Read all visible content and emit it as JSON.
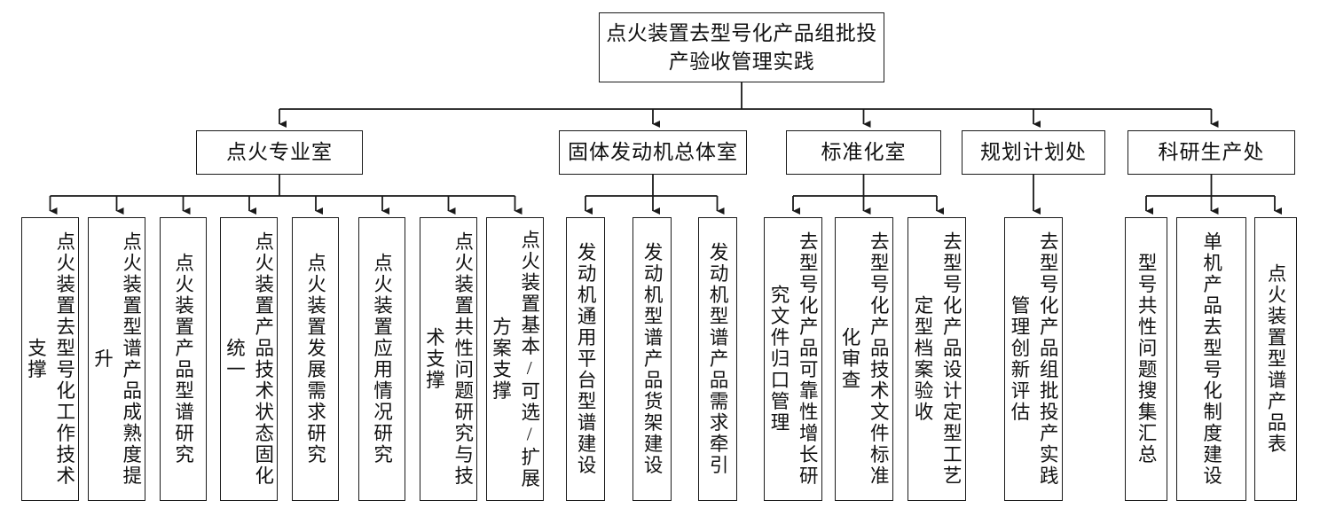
{
  "diagram": {
    "title": "点火装置去型号化产品组批投产验收管理实践",
    "type": "organization-chart",
    "colors": {
      "background": "#ffffff",
      "stroke": "#1a1a1a",
      "text": "#111111"
    },
    "root": {
      "label": "点火装置去型号化产品组批投产验收管理实践"
    },
    "departments": [
      {
        "id": "ignition",
        "label": "点火专业室",
        "children": [
          {
            "id": "ign-1",
            "label": "点火装置去型号化工作技术支撑"
          },
          {
            "id": "ign-2",
            "label": "点火装置型谱产品成熟度提升"
          },
          {
            "id": "ign-3",
            "label": "点火装置产品型谱研究"
          },
          {
            "id": "ign-4",
            "label": "点火装置产品技术状态固化统一"
          },
          {
            "id": "ign-5",
            "label": "点火装置发展需求研究"
          },
          {
            "id": "ign-6",
            "label": "点火装置应用情况研究"
          },
          {
            "id": "ign-7",
            "label": "点火装置共性问题研究与技术支撑"
          },
          {
            "id": "ign-8",
            "label": "点火装置基本/可选/扩展方案支撑"
          }
        ]
      },
      {
        "id": "engine",
        "label": "固体发动机总体室",
        "children": [
          {
            "id": "eng-1",
            "label": "发动机通用平台型谱建设"
          },
          {
            "id": "eng-2",
            "label": "发动机型谱产品货架建设"
          },
          {
            "id": "eng-3",
            "label": "发动机型谱产品需求牵引"
          }
        ]
      },
      {
        "id": "standard",
        "label": "标准化室",
        "children": [
          {
            "id": "std-1",
            "label": "去型号化产品可靠性增长研究文件归口管理"
          },
          {
            "id": "std-2",
            "label": "去型号化产品技术文件标准化审查"
          },
          {
            "id": "std-3",
            "label": "去型号化产品设计定型工艺定型档案验收"
          }
        ]
      },
      {
        "id": "planning",
        "label": "规划计划处",
        "children": [
          {
            "id": "pln-1",
            "label": "去型号化产品组批投产实践管理创新评估"
          }
        ]
      },
      {
        "id": "research",
        "label": "科研生产处",
        "children": [
          {
            "id": "res-1",
            "label": "型号共性问题搜集汇总"
          },
          {
            "id": "res-2",
            "label": "单机产品去型号化制度建设"
          },
          {
            "id": "res-3",
            "label": "点火装置型谱产品表"
          }
        ]
      }
    ]
  }
}
